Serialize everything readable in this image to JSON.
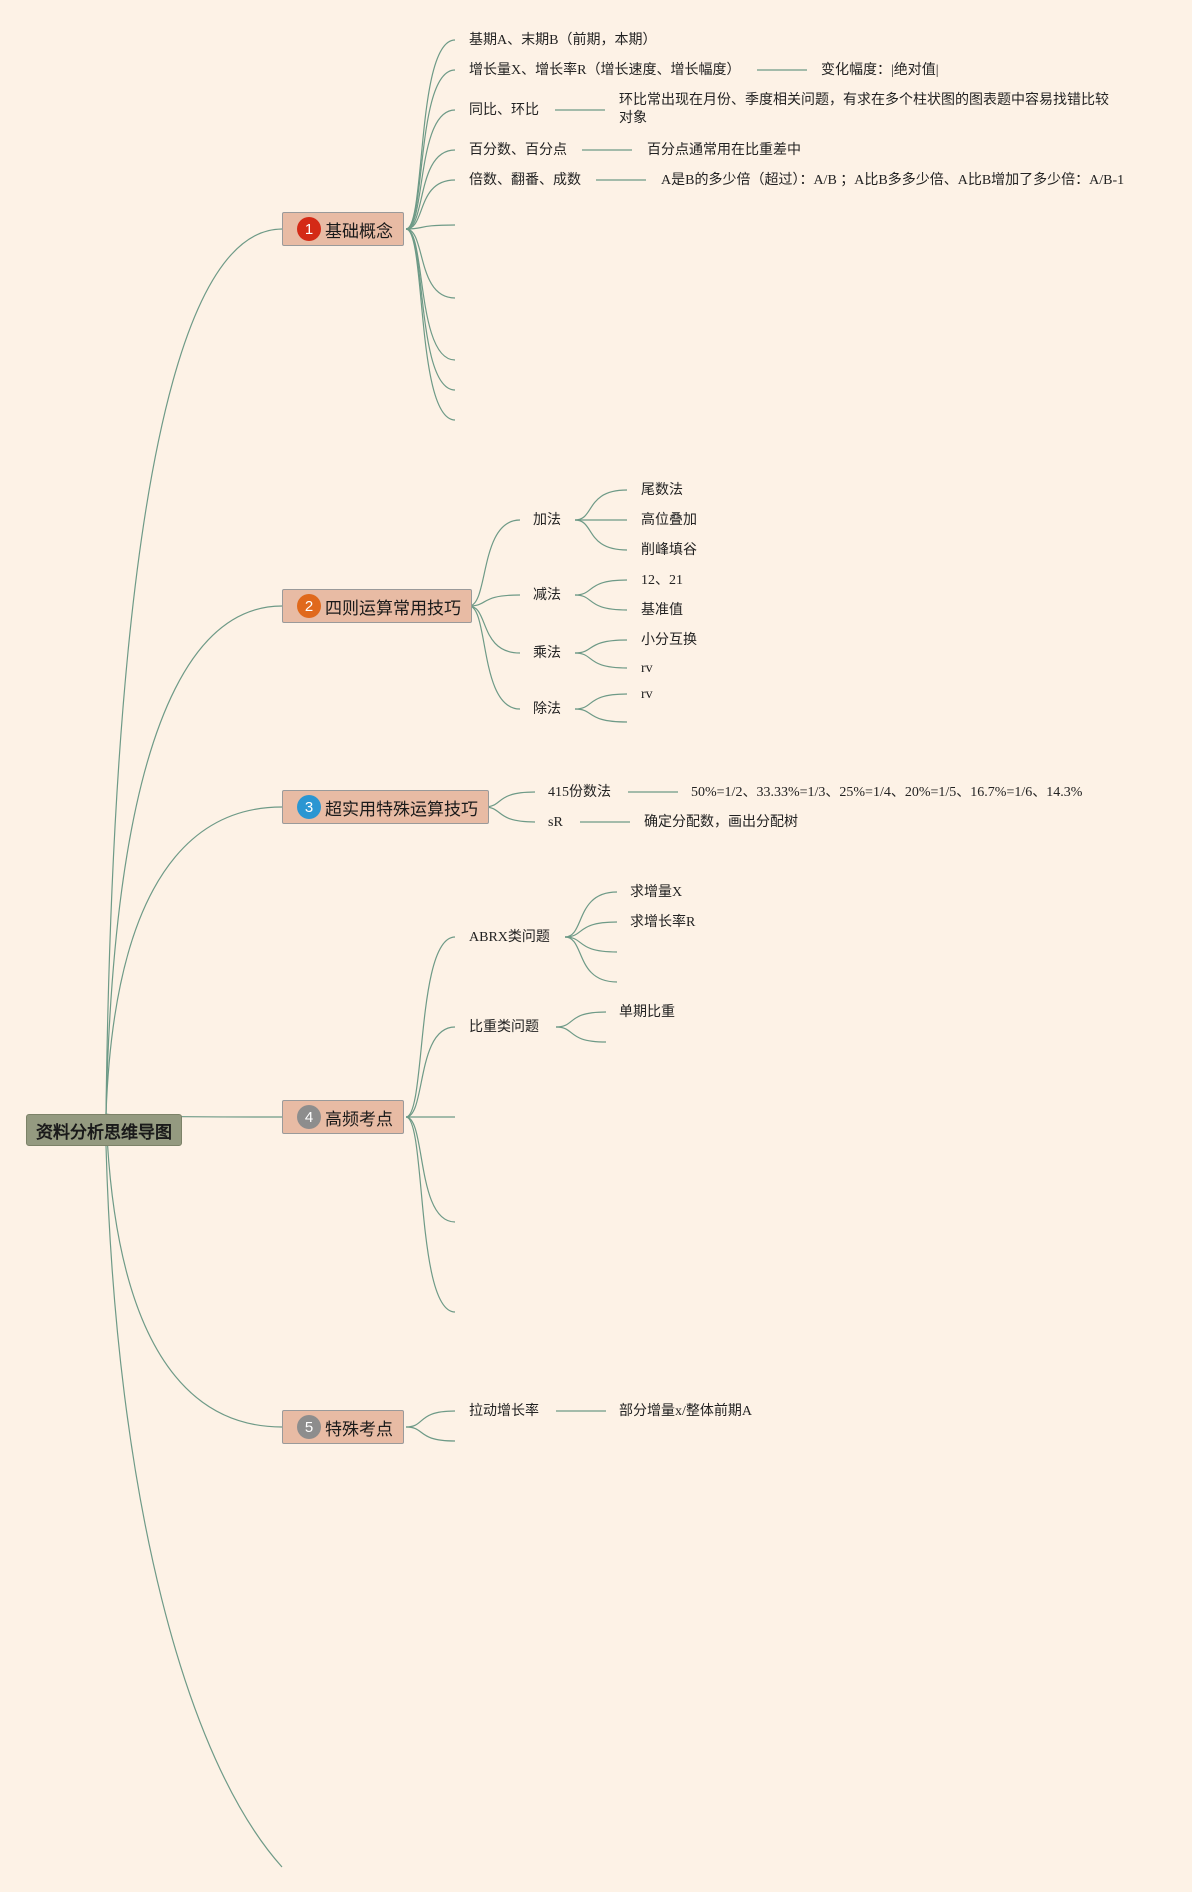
{
  "root": {
    "label": "资料分析思维导图"
  },
  "branches": [
    {
      "num": "1",
      "label": "基础概念",
      "badge_color": "#d42a16"
    },
    {
      "num": "2",
      "label": "四则运算常用技巧",
      "badge_color": "#e0691c"
    },
    {
      "num": "3",
      "label": "超实用特殊运算技巧",
      "badge_color": "#2b96d2"
    },
    {
      "num": "4",
      "label": "高频考点",
      "badge_color": "#8d8d8d"
    },
    {
      "num": "5",
      "label": "特殊考点",
      "badge_color": "#8d8d8d"
    }
  ],
  "basic": {
    "items": [
      "基期A、末期B（前期，本期）",
      "增长量X、增长率R（增长速度、增长幅度）",
      "同比、环比",
      "百分数、百分点",
      "倍数、翻番、成数"
    ],
    "details": [
      "变化幅度：|绝对值|",
      "环比常出现在月份、季度相关问题，有求在多个柱状图的图表题中容易找错比较对象",
      "百分点通常用在比重差中",
      "A是B的多少倍（超过）：A/B ；A比B多多少倍、A比B增加了多少倍：A/B-1"
    ]
  },
  "ops": {
    "add": {
      "label": "加法",
      "items": [
        "尾数法",
        "高位叠加",
        "削峰填谷"
      ]
    },
    "sub": {
      "label": "减法",
      "items": [
        "12、21",
        "基准值"
      ]
    },
    "mul": {
      "label": "乘法",
      "items": [
        "小分互换",
        "rv"
      ]
    },
    "div": {
      "label": "除法",
      "items": [
        "rv"
      ]
    }
  },
  "special_ops": {
    "items": [
      "415份数法",
      "sR"
    ],
    "details": [
      "50%=1/2、33.33%=1/3、25%=1/4、20%=1/5、16.7%=1/6、14.3%",
      "确定分配数，画出分配树"
    ]
  },
  "freq": {
    "abrx": {
      "label": "ABRX类问题",
      "items": [
        "求增量X",
        "求增长率R"
      ]
    },
    "ratio": {
      "label": "比重类问题",
      "items": [
        "单期比重"
      ]
    }
  },
  "special": {
    "item": "拉动增长率",
    "detail": "部分增量x/整体前期A"
  },
  "colors": {
    "line": "#6e9a87",
    "background": "#fdf2e6",
    "node": "#e8bba4",
    "root": "#949a80"
  }
}
